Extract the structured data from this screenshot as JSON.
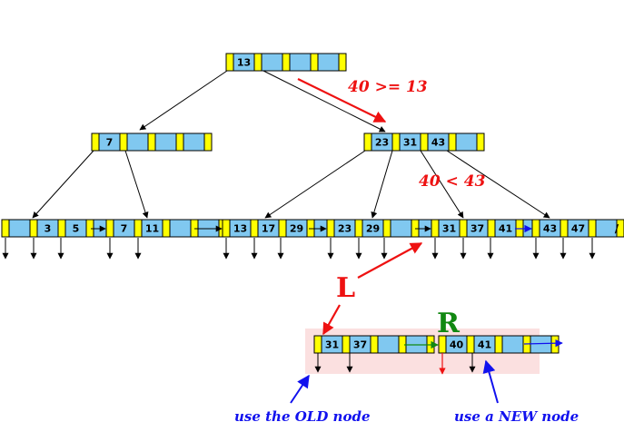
{
  "colors": {
    "pointer_slot": "#ffff00",
    "key_slot": "#80c8f0",
    "outline": "#000000",
    "highlight_region": "#fbe0e0",
    "red": "#ee1111",
    "green": "#118811",
    "blue": "#1111ee"
  },
  "tree": {
    "root": {
      "keys": [
        "13",
        "",
        "",
        ""
      ]
    },
    "level1": [
      {
        "keys": [
          "7",
          "",
          "",
          ""
        ]
      },
      {
        "keys": [
          "23",
          "31",
          "43",
          ""
        ]
      }
    ],
    "leaves": [
      {
        "keys": [
          "",
          "3",
          "5",
          ""
        ]
      },
      {
        "keys": [
          "7",
          "11",
          "",
          ""
        ]
      },
      {
        "keys": [
          "13",
          "17",
          "29",
          ""
        ]
      },
      {
        "keys": [
          "23",
          "29",
          "",
          ""
        ]
      },
      {
        "keys": [
          "31",
          "37",
          "41",
          ""
        ]
      },
      {
        "keys": [
          "43",
          "47",
          "",
          ""
        ]
      }
    ],
    "end_marker": "/"
  },
  "split": {
    "old_node": {
      "keys": [
        "31",
        "37",
        "",
        ""
      ]
    },
    "new_node": {
      "keys": [
        "40",
        "41",
        "",
        ""
      ],
      "inserted_key": "40"
    },
    "left_label": "L",
    "right_label": "R"
  },
  "annotations": {
    "compare_root": "40 >= 13",
    "compare_level1": "40 < 43",
    "old_node_caption": "use the OLD node",
    "new_node_caption": "use a NEW node"
  }
}
